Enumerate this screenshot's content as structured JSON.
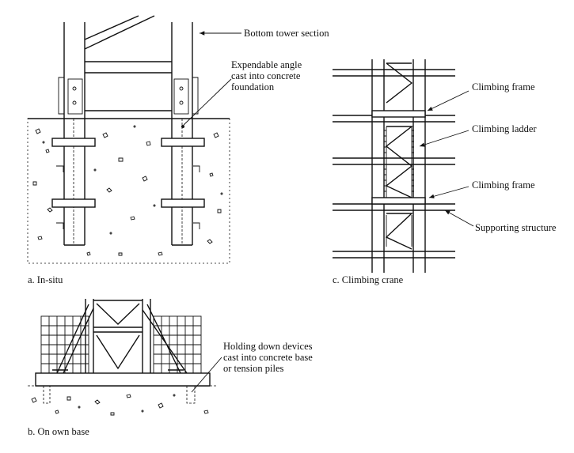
{
  "labels": {
    "bottom_tower_section": "Bottom tower section",
    "expendable_angle": [
      "Expendable angle",
      "cast into concrete",
      "foundation"
    ],
    "climbing_frame_top": "Climbing frame",
    "climbing_ladder": "Climbing ladder",
    "climbing_frame_bottom": "Climbing frame",
    "supporting_structure": "Supporting structure",
    "holding_down": [
      "Holding down devices",
      "cast into concrete base",
      "or tension piles"
    ]
  },
  "captions": {
    "a": "a. In-situ",
    "b": "b. On own base",
    "c": "c. Climbing crane"
  },
  "colors": {
    "ink": "#111111",
    "paper": "#ffffff"
  }
}
